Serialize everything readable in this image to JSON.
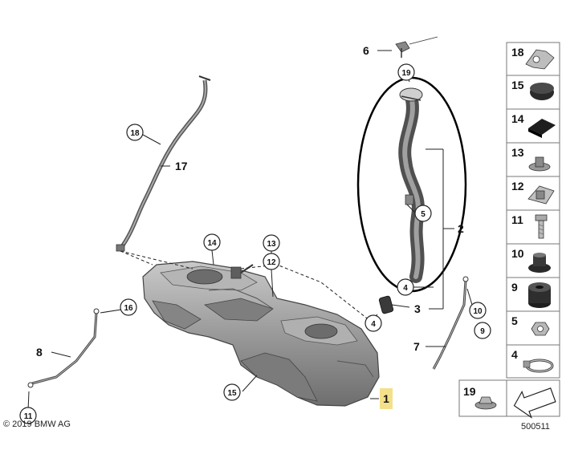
{
  "callouts": {
    "c1": "1",
    "c2": "2",
    "c3": "3",
    "c4a": "4",
    "c4b": "4",
    "c5": "5",
    "c6": "6",
    "c7": "7",
    "c8": "8",
    "c9": "9",
    "c10": "10",
    "c11": "11",
    "c12": "12",
    "c13": "13",
    "c14": "14",
    "c15": "15",
    "c16": "16",
    "c17": "17",
    "c18": "18",
    "c19": "19"
  },
  "parts_panel": [
    {
      "num": "18",
      "icon": "hose-clip-icon"
    },
    {
      "num": "15",
      "icon": "rubber-plug-icon"
    },
    {
      "num": "14",
      "icon": "foam-pad-icon"
    },
    {
      "num": "13",
      "icon": "expanding-nut-icon"
    },
    {
      "num": "12",
      "icon": "clip-nut-icon"
    },
    {
      "num": "11",
      "icon": "screw-icon"
    },
    {
      "num": "10",
      "icon": "grommet-icon"
    },
    {
      "num": "9",
      "icon": "rubber-mount-icon"
    },
    {
      "num": "5",
      "icon": "hex-nut-icon"
    },
    {
      "num": "4",
      "icon": "hose-clamp-icon"
    }
  ],
  "bottom_panel": {
    "num": "19",
    "icon": "collar-nut-icon"
  },
  "copyright": "© 2019 BMW AG",
  "diagram_id": "500511",
  "colors": {
    "tank": "#8c8c8c",
    "ellipse": "#000000",
    "highlight": "#f4e08a"
  }
}
